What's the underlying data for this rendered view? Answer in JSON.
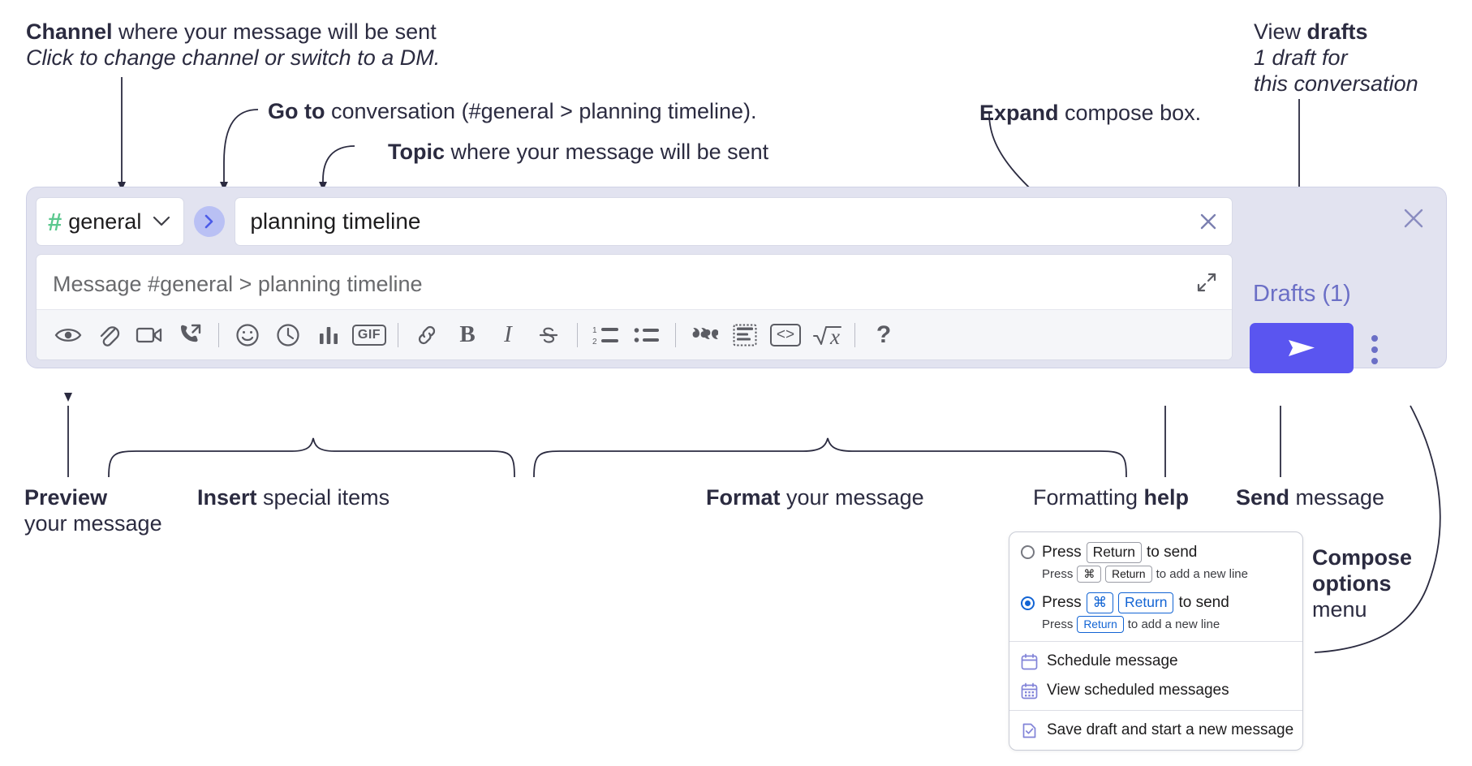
{
  "annotations": {
    "channel": {
      "line1_bold": "Channel",
      "line1_rest": " where your message will be sent",
      "line2_italic": "Click to change channel or switch to a DM."
    },
    "goto": {
      "bold": "Go to",
      "rest": " conversation (#general > planning timeline)."
    },
    "topic": {
      "bold": "Topic",
      "rest": " where your message will be sent"
    },
    "expand": {
      "bold": "Expand",
      "rest": " compose box."
    },
    "drafts": {
      "line1_rest": "View ",
      "line1_bold": "drafts",
      "line2_italic": "1 draft for",
      "line3_italic": "this conversation"
    },
    "preview": {
      "line1_bold": "Preview",
      "line2": "your message"
    },
    "insert": {
      "bold": "Insert",
      "rest": " special items"
    },
    "format": {
      "bold": "Format",
      "rest": " your message"
    },
    "formatting_help": {
      "rest": "Formatting ",
      "bold": "help"
    },
    "send": {
      "bold": "Send",
      "rest": " message"
    },
    "compose_options": {
      "line1_bold": "Compose",
      "line2_bold": "options",
      "line3": "menu"
    }
  },
  "compose": {
    "channel_picker": {
      "hash": "#",
      "name": "general",
      "chevron": "⌄"
    },
    "goto_button": {
      "label": "go-to-conversation"
    },
    "topic": {
      "value": "planning timeline",
      "clear_label": "clear-topic"
    },
    "message": {
      "placeholder": "Message #general > planning timeline"
    },
    "toolbar": [
      {
        "name": "preview-icon",
        "label": "Preview"
      },
      {
        "name": "attachment-icon",
        "label": "Attach file"
      },
      {
        "name": "video-clip-icon",
        "label": "Record video clip"
      },
      {
        "name": "audio-clip-icon",
        "label": "Record audio clip"
      },
      {
        "name": "emoji-icon",
        "label": "Emoji"
      },
      {
        "name": "clock-icon",
        "label": "Reminder"
      },
      {
        "name": "poll-icon",
        "label": "Poll"
      },
      {
        "name": "gif-icon",
        "label": "GIF"
      },
      {
        "name": "link-icon",
        "label": "Link"
      },
      {
        "name": "bold-icon",
        "label": "B"
      },
      {
        "name": "italic-icon",
        "label": "I"
      },
      {
        "name": "strikethrough-icon",
        "label": "Strikethrough"
      },
      {
        "name": "ordered-list-icon",
        "label": "Ordered list"
      },
      {
        "name": "bulleted-list-icon",
        "label": "Bulleted list"
      },
      {
        "name": "blockquote-icon",
        "label": "Blockquote"
      },
      {
        "name": "code-block-icon",
        "label": "Code block"
      },
      {
        "name": "inline-code-icon",
        "label": "Code"
      },
      {
        "name": "latex-icon",
        "label": "Math"
      },
      {
        "name": "help-icon",
        "label": "?"
      }
    ],
    "right_panel": {
      "close_label": "close-compose",
      "drafts_label": "Drafts (1)",
      "send_label": "send-message",
      "options_label": "compose-options"
    }
  },
  "dropdown": {
    "option1": {
      "selected": false,
      "main_prefix": "Press",
      "main_key": "Return",
      "main_suffix": "to send",
      "sub_prefix": "Press",
      "sub_key1": "⌘",
      "sub_key2": "Return",
      "sub_suffix": "to add a new line"
    },
    "option2": {
      "selected": true,
      "main_prefix": "Press",
      "main_key1": "⌘",
      "main_key2": "Return",
      "main_suffix": "to send",
      "sub_prefix": "Press",
      "sub_key": "Return",
      "sub_suffix": "to add a new line"
    },
    "items": [
      {
        "icon": "calendar-icon",
        "label": "Schedule message"
      },
      {
        "icon": "calendar-grid-icon",
        "label": "View scheduled messages"
      },
      {
        "icon": "save-draft-icon",
        "label": "Save draft and start a new message"
      }
    ]
  },
  "colors": {
    "panel_bg": "#e2e3f0",
    "send_purple": "#5a55f0",
    "goto_blue": "#b9c0f4",
    "hash_green": "#5bc88e",
    "drafts_purple": "#6b6fc6",
    "radio_blue": "#1264d4",
    "menu_icon_purple": "#8183d8",
    "ink": "#2b2b40"
  }
}
